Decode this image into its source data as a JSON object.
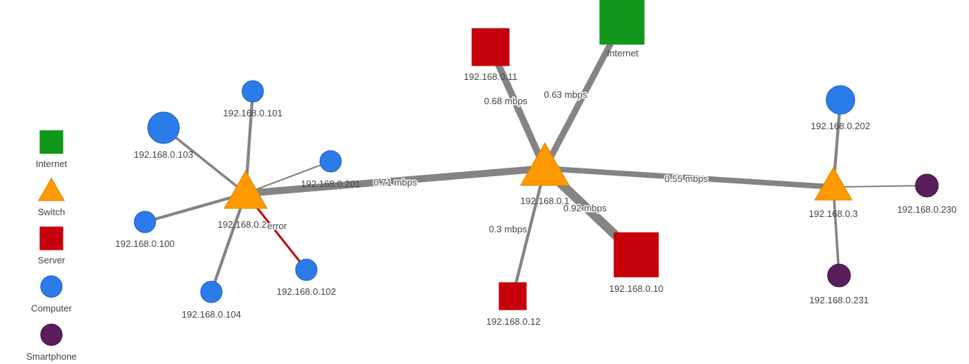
{
  "colors": {
    "internet": "#109618",
    "switch": "#ff9900",
    "switch_border": "#e08600",
    "server": "#c5000b",
    "computer": "#2b7ce9",
    "computer_border": "#1d5fc0",
    "smartphone": "#5a1e5c",
    "smartphone_border": "#3f1240",
    "edge": "#848484",
    "edge_error": "#c5000b"
  },
  "legend": [
    {
      "type": "internet",
      "label": "Internet"
    },
    {
      "type": "switch",
      "label": "Switch"
    },
    {
      "type": "server",
      "label": "Server"
    },
    {
      "type": "computer",
      "label": "Computer"
    },
    {
      "type": "smartphone",
      "label": "Smartphone"
    }
  ],
  "nodes": [
    {
      "id": "sw1",
      "type": "switch",
      "label": "192.168.0.1",
      "size": "large"
    },
    {
      "id": "sw2",
      "type": "switch",
      "label": "192.168.0.2",
      "size": "medium"
    },
    {
      "id": "sw3",
      "type": "switch",
      "label": "192.168.0.3",
      "size": "small"
    },
    {
      "id": "inet",
      "type": "internet",
      "label": "Internet",
      "size": "large"
    },
    {
      "id": "srv11",
      "type": "server",
      "label": "192.168.0.11",
      "size": "medium"
    },
    {
      "id": "srv10",
      "type": "server",
      "label": "192.168.0.10",
      "size": "large"
    },
    {
      "id": "srv12",
      "type": "server",
      "label": "192.168.0.12",
      "size": "small"
    },
    {
      "id": "pc101",
      "type": "computer",
      "label": "192.168.0.101",
      "size": "small"
    },
    {
      "id": "pc103",
      "type": "computer",
      "label": "192.168.0.103",
      "size": "large"
    },
    {
      "id": "pc201",
      "type": "computer",
      "label": "192.168.0.201",
      "size": "small"
    },
    {
      "id": "pc100",
      "type": "computer",
      "label": "192.168.0.100",
      "size": "small"
    },
    {
      "id": "pc104",
      "type": "computer",
      "label": "192.168.0.104",
      "size": "small"
    },
    {
      "id": "pc102",
      "type": "computer",
      "label": "192.168.0.102",
      "size": "small"
    },
    {
      "id": "pc202",
      "type": "computer",
      "label": "192.168.0.202",
      "size": "medium"
    },
    {
      "id": "ph230",
      "type": "smartphone",
      "label": "192.168.0.230",
      "size": "small"
    },
    {
      "id": "ph231",
      "type": "smartphone",
      "label": "192.168.0.231",
      "size": "small"
    }
  ],
  "edges": [
    {
      "from": "sw2",
      "to": "sw1",
      "label": "0.71 mbps",
      "weight": 0.71
    },
    {
      "from": "sw1",
      "to": "sw3",
      "label": "0.55 mbps",
      "weight": 0.55
    },
    {
      "from": "sw1",
      "to": "srv11",
      "label": "0.68 mbps",
      "weight": 0.68
    },
    {
      "from": "sw1",
      "to": "inet",
      "label": "0.63 mbps",
      "weight": 0.63
    },
    {
      "from": "sw1",
      "to": "srv10",
      "label": "0.92 mbps",
      "weight": 0.92
    },
    {
      "from": "sw1",
      "to": "srv12",
      "label": "0.3 mbps",
      "weight": 0.3
    },
    {
      "from": "sw2",
      "to": "pc101",
      "label": "",
      "weight": 0.3
    },
    {
      "from": "sw2",
      "to": "pc103",
      "label": "",
      "weight": 0.25
    },
    {
      "from": "sw2",
      "to": "pc201",
      "label": "",
      "weight": 0.15
    },
    {
      "from": "sw2",
      "to": "pc100",
      "label": "",
      "weight": 0.3
    },
    {
      "from": "sw2",
      "to": "pc104",
      "label": "",
      "weight": 0.3
    },
    {
      "from": "sw2",
      "to": "pc102",
      "label": "error",
      "weight": 0.3,
      "status": "error"
    },
    {
      "from": "sw3",
      "to": "pc202",
      "label": "",
      "weight": 0.3
    },
    {
      "from": "sw3",
      "to": "ph230",
      "label": "",
      "weight": 0.15
    },
    {
      "from": "sw3",
      "to": "ph231",
      "label": "",
      "weight": 0.25
    }
  ]
}
